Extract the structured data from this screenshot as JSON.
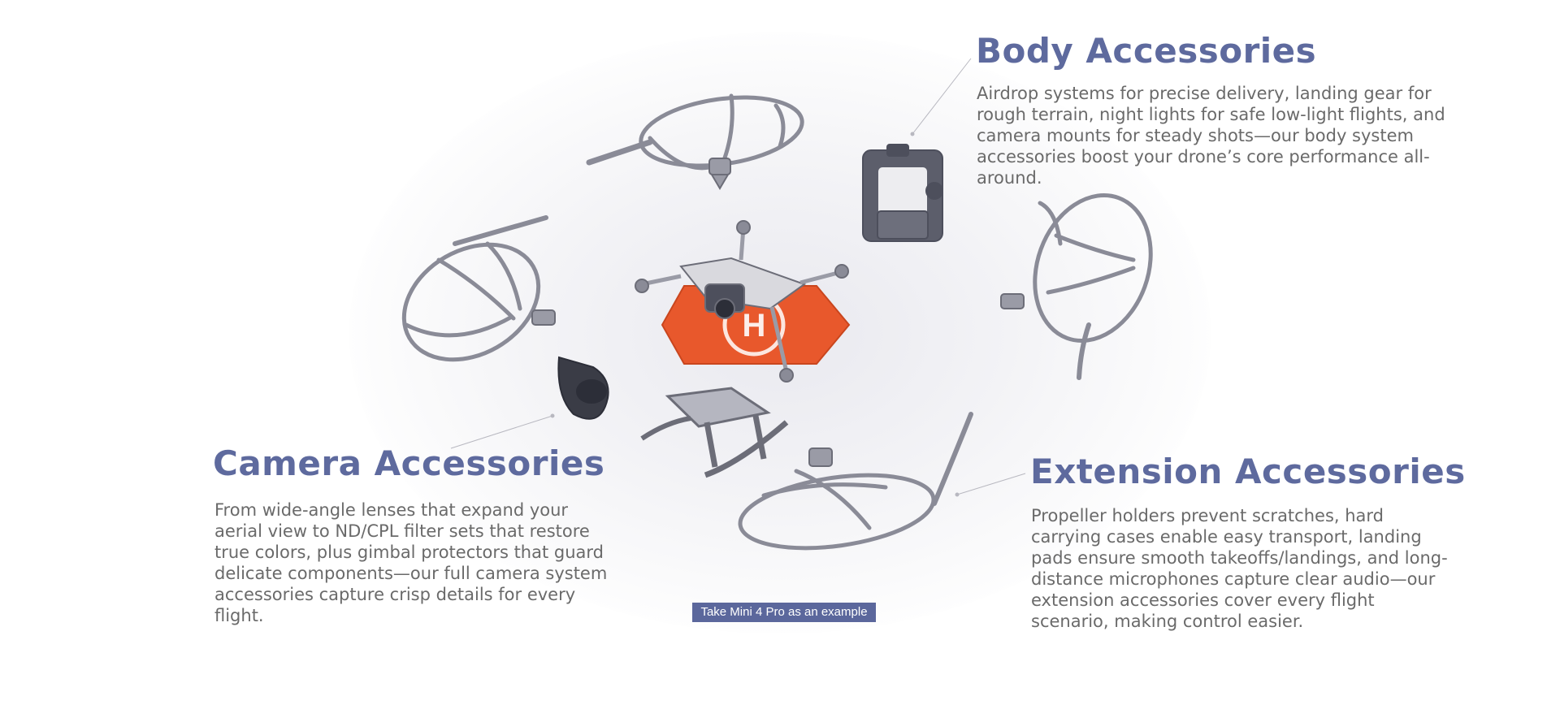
{
  "sections": {
    "body": {
      "title": "Body Accessories",
      "description": "Airdrop systems for precise delivery, landing gear for rough terrain, night lights for safe low-light flights, and camera mounts for steady shots—our body system accessories boost your drone’s core performance all-around."
    },
    "camera": {
      "title": "Camera Accessories",
      "description": "From wide-angle lenses that expand your aerial view to ND/CPL filter sets that restore true colors, plus gimbal protectors that guard delicate components—our full camera system accessories capture crisp details for every flight."
    },
    "extension": {
      "title": "Extension Accessories",
      "description": "Propeller holders prevent scratches, hard carrying cases enable easy transport, landing pads ensure smooth takeoffs/landings, and long-distance microphones capture clear audio—our extension accessories cover every flight scenario, making control easier."
    }
  },
  "caption": "Take Mini 4 Pro as an example",
  "colors": {
    "heading": "#5e6a9e",
    "body_text": "#6a6a6a",
    "badge_bg": "#5b679c",
    "landing_pad": "#e8582c",
    "accessory_gray": "#8a8b97"
  }
}
